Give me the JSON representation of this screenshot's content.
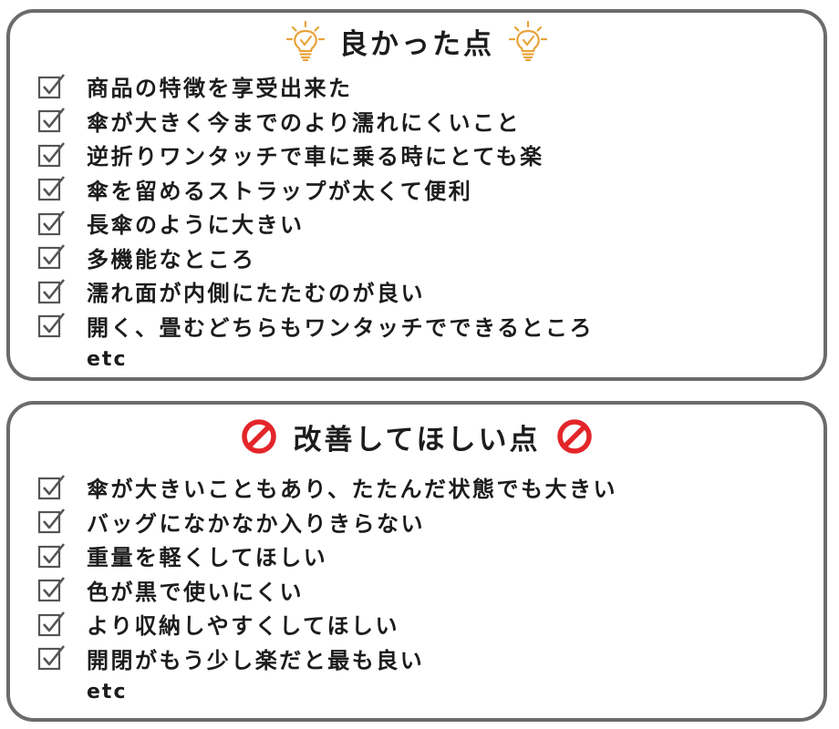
{
  "good": {
    "title": "良かった点",
    "title_icon": "lightbulb-icon",
    "items": [
      "商品の特徴を享受出来た",
      "傘が大きく今までのより濡れにくいこと",
      "逆折りワンタッチで車に乗る時にとても楽",
      "傘を留めるストラップが太くて便利",
      "長傘のように大きい",
      "多機能なところ",
      "濡れ面が内側にたたむのが良い",
      "開く、畳むどちらもワンタッチでできるところ"
    ],
    "etc": "etc"
  },
  "bad": {
    "title": "改善してほしい点",
    "title_icon": "prohibited-icon",
    "items": [
      "傘が大きいこともあり、たたんだ状態でも大きい",
      "バッグになかなか入りきらない",
      "重量を軽くしてほしい",
      "色が黒で使いにくい",
      "より収納しやすくしてほしい",
      "開閉がもう少し楽だと最も良い"
    ],
    "etc": "etc"
  },
  "colors": {
    "border": "#6b6b6b",
    "text": "#1c1c1c",
    "bulb": "#e8a33a",
    "prohibited": "#e3262a"
  }
}
